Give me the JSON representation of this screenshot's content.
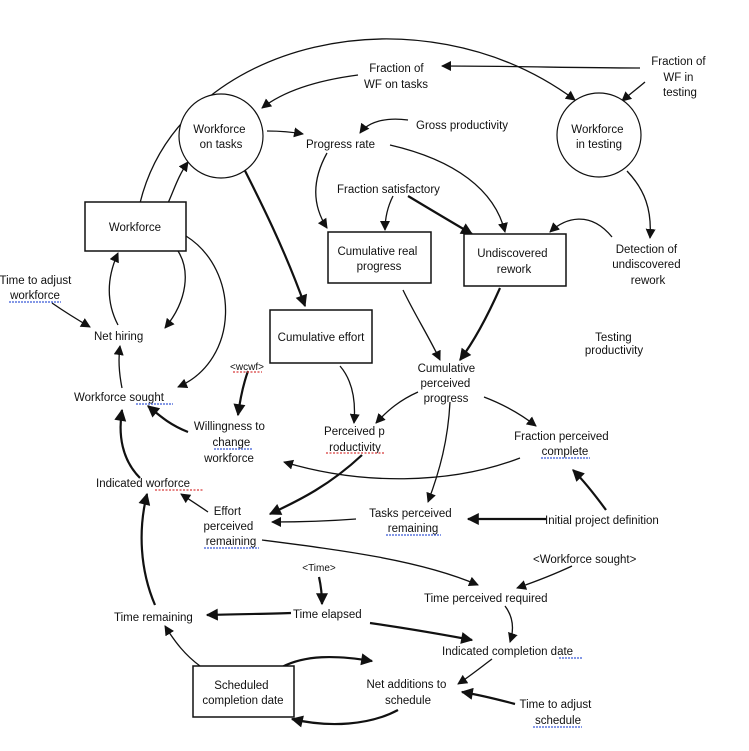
{
  "nodes": {
    "workforce_on_tasks": [
      "Workforce",
      "on tasks"
    ],
    "workforce_in_testing": [
      "Workforce",
      "in testing"
    ],
    "fraction_wf_on_tasks": [
      "Fraction of",
      "WF on tasks"
    ],
    "fraction_wf_testing": [
      "Fraction of",
      "WF in",
      "testing"
    ],
    "gross_productivity": "Gross  productivity",
    "progress_rate": "Progress   rate",
    "fraction_satisfactory": "Fraction   satisfactory",
    "workforce": "Workforce",
    "cumulative_real_progress": [
      "Cumulative real",
      "progress"
    ],
    "undiscovered_rework": [
      "Undiscovered",
      "rework"
    ],
    "detection_undiscovered_rework": [
      "Detection of",
      "undiscovered",
      "rework"
    ],
    "time_to_adjust_workforce": [
      "Time to adjust",
      "workforce"
    ],
    "net_hiring": "Net  hiring",
    "cumulative_effort": "Cumulative  effort",
    "testing_productivity": [
      "Testing",
      "productivity"
    ],
    "wcwf": "<wcwf>",
    "cumulative_perceived_progress": [
      "Cumulative",
      "perceived",
      "progress"
    ],
    "workforce_sought": "Workforce  sought",
    "willingness_to_change_workforce": [
      "Willingness to",
      "change",
      "workforce"
    ],
    "perceived_productivity": [
      "Perceived p",
      "roductivity"
    ],
    "fraction_perceived_complete": [
      "Fraction perceived",
      "complete"
    ],
    "indicated_workforce": "Indicated   worforce",
    "effort_perceived_remaining": [
      "Effort",
      "perceived",
      "remaining"
    ],
    "tasks_perceived_remaining": [
      "Tasks perceived",
      "remaining"
    ],
    "initial_project_definition": "Initial  project  definition",
    "workforce_sought_shadow": "<Workforce sought>",
    "time_shadow": "<Time>",
    "time_perceived_required": "Time   perceived   required",
    "time_remaining": "Time   remaining",
    "time_elapsed": "Time elapsed",
    "indicated_completion_date": "Indicated completion date",
    "scheduled_completion_date": [
      "Scheduled",
      "completion date"
    ],
    "net_additions_to_schedule": [
      "Net additions to",
      "schedule"
    ],
    "time_to_adjust_schedule": [
      "Time to adjust",
      "schedule"
    ]
  }
}
